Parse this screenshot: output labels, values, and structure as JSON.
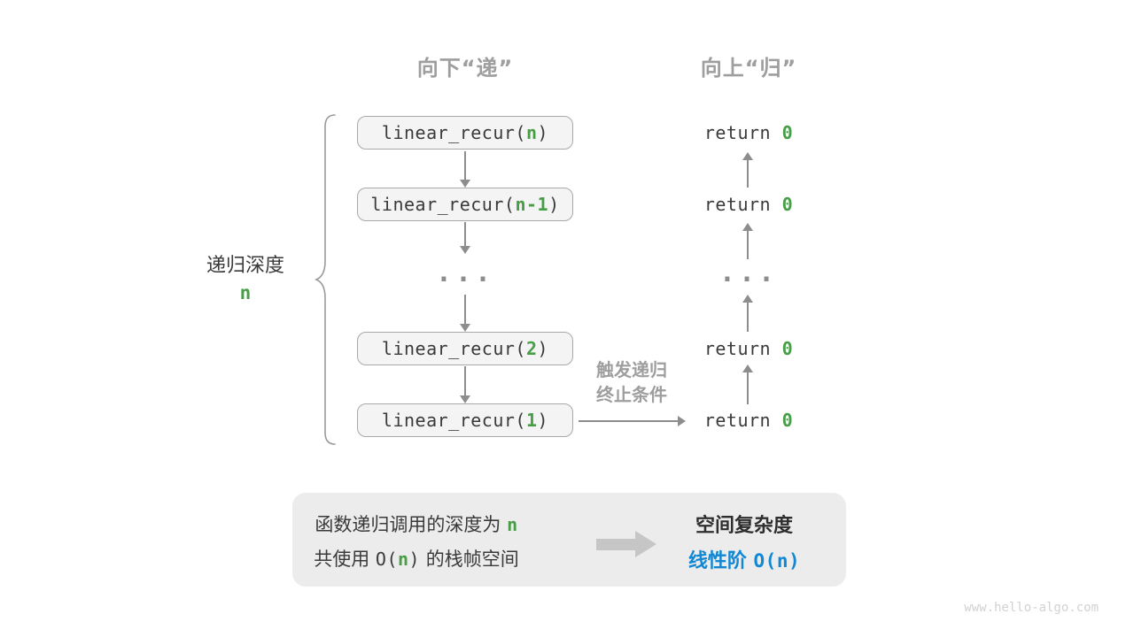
{
  "colors": {
    "green": "#479e47",
    "blue": "#1287d3"
  },
  "headers": {
    "descend": "向下“递”",
    "ascend": "向上“归”"
  },
  "depth": {
    "label": "递归深度",
    "value": "n"
  },
  "ellipsis": "...",
  "calls": [
    {
      "prefix": "linear_recur(",
      "arg": "n",
      "suffix": ")"
    },
    {
      "prefix": "linear_recur(",
      "arg": "n-1",
      "suffix": ")"
    },
    {
      "prefix": "linear_recur(",
      "arg": "2",
      "suffix": ")"
    },
    {
      "prefix": "linear_recur(",
      "arg": "1",
      "suffix": ")"
    }
  ],
  "returns": [
    {
      "keyword": "return ",
      "value": "0"
    },
    {
      "keyword": "return ",
      "value": "0"
    },
    {
      "keyword": "return ",
      "value": "0"
    },
    {
      "keyword": "return ",
      "value": "0"
    }
  ],
  "termination_note": {
    "line1": "触发递归",
    "line2": "终止条件"
  },
  "summary": {
    "depth_line": {
      "prefix": "函数递归调用的深度为 ",
      "value": "n"
    },
    "space_line": {
      "prefix": "共使用 ",
      "o_open": "O(",
      "value": "n",
      "o_close": ")",
      "suffix": " 的栈帧空间"
    },
    "title": "空间复杂度",
    "result": {
      "prefix": "线性阶 ",
      "o_open": "O(",
      "value": "n",
      "o_close": ")"
    }
  },
  "watermark": "www.hello-algo.com"
}
